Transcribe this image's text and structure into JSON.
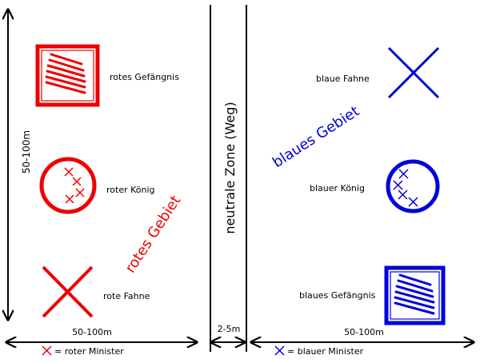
{
  "colors": {
    "red": "#ee0000",
    "blue": "#0000dd",
    "black": "#000000"
  },
  "red_side": {
    "prison_label": "rotes Gefängnis",
    "king_label": "roter König",
    "flag_label": "rote Fahne",
    "territory_label": "rotes Gebiet",
    "width_label": "50-100m",
    "minister_legend": "= roter Minister"
  },
  "blue_side": {
    "flag_label": "blaue Fahne",
    "king_label": "blauer König",
    "prison_label": "blaues Gefängnis",
    "territory_label": "blaues Gebiet",
    "width_label": "50-100m",
    "minister_legend": "= blauer Minister"
  },
  "neutral": {
    "zone_label": "neutrale Zone (Weg)",
    "width_label": "2-5m"
  },
  "height_label": "50-100m",
  "icons": {
    "red_prison": "striped-square-icon",
    "red_king": "circle-with-ministers-icon",
    "red_flag": "x-cross-icon",
    "blue_flag": "x-cross-icon",
    "blue_king": "circle-with-ministers-icon",
    "blue_prison": "striped-square-icon",
    "minister": "small-x-icon"
  }
}
